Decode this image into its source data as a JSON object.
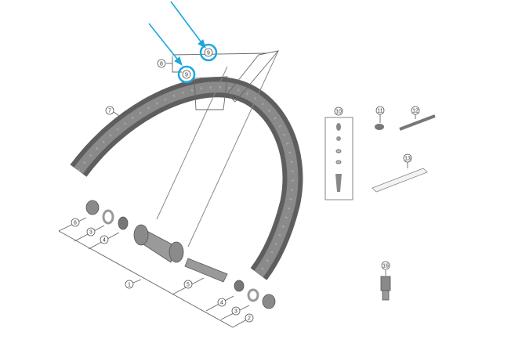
{
  "labels": {
    "spoke_nipple_a": "9",
    "spoke_nipple_b": "9",
    "spoke": "8",
    "rim": "7",
    "valve_parts": "10",
    "part_11": "11",
    "spoke_wrench": "12",
    "rim_tape": "13",
    "tool_16": "16",
    "lock_nut": "6",
    "washer_left": "3",
    "bearing_left": "4",
    "hub_assembly": "1",
    "axle": "5",
    "bearing_right": "4",
    "washer_right": "3",
    "end_cap": "2"
  },
  "colors": {
    "highlight": "#1ea6e0",
    "part": "#7a7a7a"
  }
}
